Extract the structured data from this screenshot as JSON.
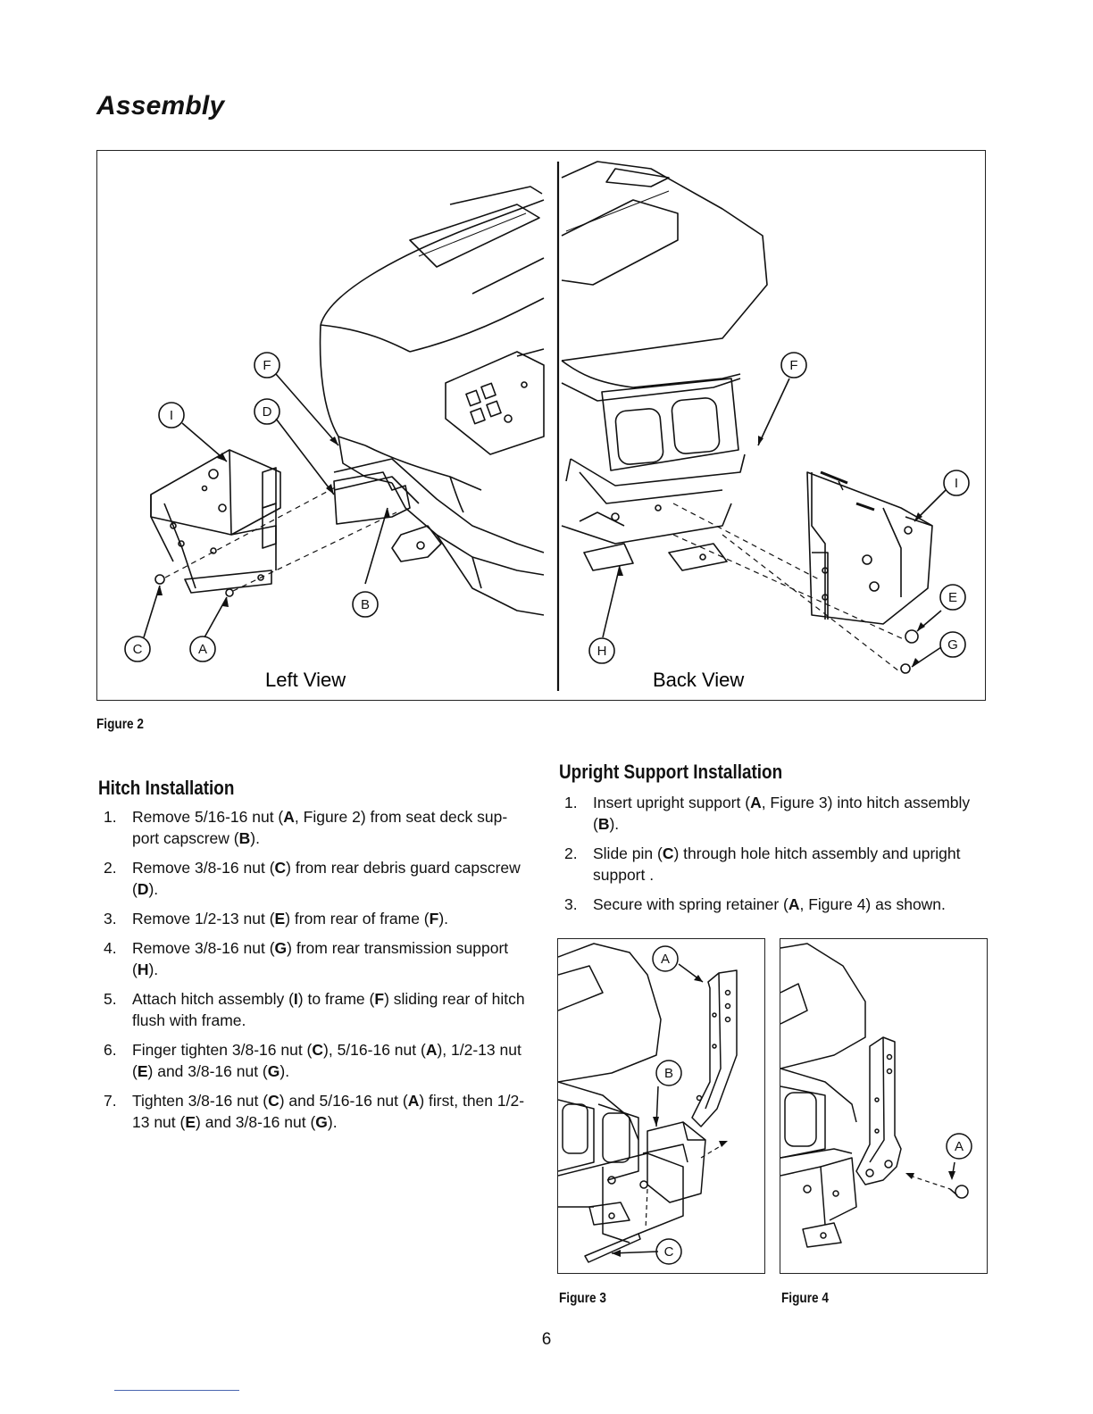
{
  "page": {
    "section_title": "Assembly",
    "page_number": "6"
  },
  "figure2": {
    "caption": "Figure 2",
    "left_view_label": "Left View",
    "back_view_label": "Back View",
    "left_callouts": [
      "F",
      "I",
      "D",
      "B",
      "C",
      "A"
    ],
    "back_callouts": [
      "F",
      "I",
      "E",
      "G",
      "H"
    ]
  },
  "hitch": {
    "title": "Hitch Installation",
    "steps": [
      {
        "num": "1.",
        "parts": [
          {
            "t": "Remove 5/16-16 nut ("
          },
          {
            "b": "A"
          },
          {
            "t": ", Figure 2) from seat deck sup-port capscrew ("
          },
          {
            "b": "B"
          },
          {
            "t": ")."
          }
        ]
      },
      {
        "num": "2.",
        "parts": [
          {
            "t": "Remove 3/8-16 nut ("
          },
          {
            "b": "C"
          },
          {
            "t": ") from rear debris guard capscrew ("
          },
          {
            "b": "D"
          },
          {
            "t": ")."
          }
        ]
      },
      {
        "num": "3.",
        "parts": [
          {
            "t": "Remove 1/2-13 nut ("
          },
          {
            "b": "E"
          },
          {
            "t": ") from rear of frame ("
          },
          {
            "b": "F"
          },
          {
            "t": ")."
          }
        ]
      },
      {
        "num": "4.",
        "parts": [
          {
            "t": "Remove 3/8-16 nut ("
          },
          {
            "b": "G"
          },
          {
            "t": ") from rear transmission support ("
          },
          {
            "b": "H"
          },
          {
            "t": ")."
          }
        ]
      },
      {
        "num": "5.",
        "parts": [
          {
            "t": "Attach hitch assembly ("
          },
          {
            "b": "I"
          },
          {
            "t": ") to frame ("
          },
          {
            "b": "F"
          },
          {
            "t": ") sliding rear of hitch flush with frame."
          }
        ]
      },
      {
        "num": "6.",
        "parts": [
          {
            "t": "Finger tighten 3/8-16 nut ("
          },
          {
            "b": "C"
          },
          {
            "t": "), 5/16-16 nut ("
          },
          {
            "b": "A"
          },
          {
            "t": "), 1/2-13 nut ("
          },
          {
            "b": "E"
          },
          {
            "t": ") and 3/8-16 nut ("
          },
          {
            "b": "G"
          },
          {
            "t": ")."
          }
        ]
      },
      {
        "num": "7.",
        "parts": [
          {
            "t": "Tighten 3/8-16 nut ("
          },
          {
            "b": "C"
          },
          {
            "t": ") and 5/16-16 nut ("
          },
          {
            "b": "A"
          },
          {
            "t": ") first, then 1/2-13 nut ("
          },
          {
            "b": "E"
          },
          {
            "t": ") and 3/8-16 nut ("
          },
          {
            "b": "G"
          },
          {
            "t": ")."
          }
        ]
      }
    ]
  },
  "upright": {
    "title": "Upright Support Installation",
    "steps": [
      {
        "num": "1.",
        "parts": [
          {
            "t": "Insert upright support ("
          },
          {
            "b": "A"
          },
          {
            "t": ", Figure 3) into hitch assembly ("
          },
          {
            "b": "B"
          },
          {
            "t": ")."
          }
        ]
      },
      {
        "num": "2.",
        "parts": [
          {
            "t": "Slide pin ("
          },
          {
            "b": "C"
          },
          {
            "t": ") through hole hitch assembly and upright support ."
          }
        ]
      },
      {
        "num": "3.",
        "parts": [
          {
            "t": "Secure with spring retainer ("
          },
          {
            "b": "A"
          },
          {
            "t": ", Figure 4) as shown."
          }
        ]
      }
    ]
  },
  "figure3": {
    "caption": "Figure 3",
    "callouts": [
      "A",
      "B",
      "C"
    ]
  },
  "figure4": {
    "caption": "Figure 4",
    "callouts": [
      "A"
    ]
  }
}
